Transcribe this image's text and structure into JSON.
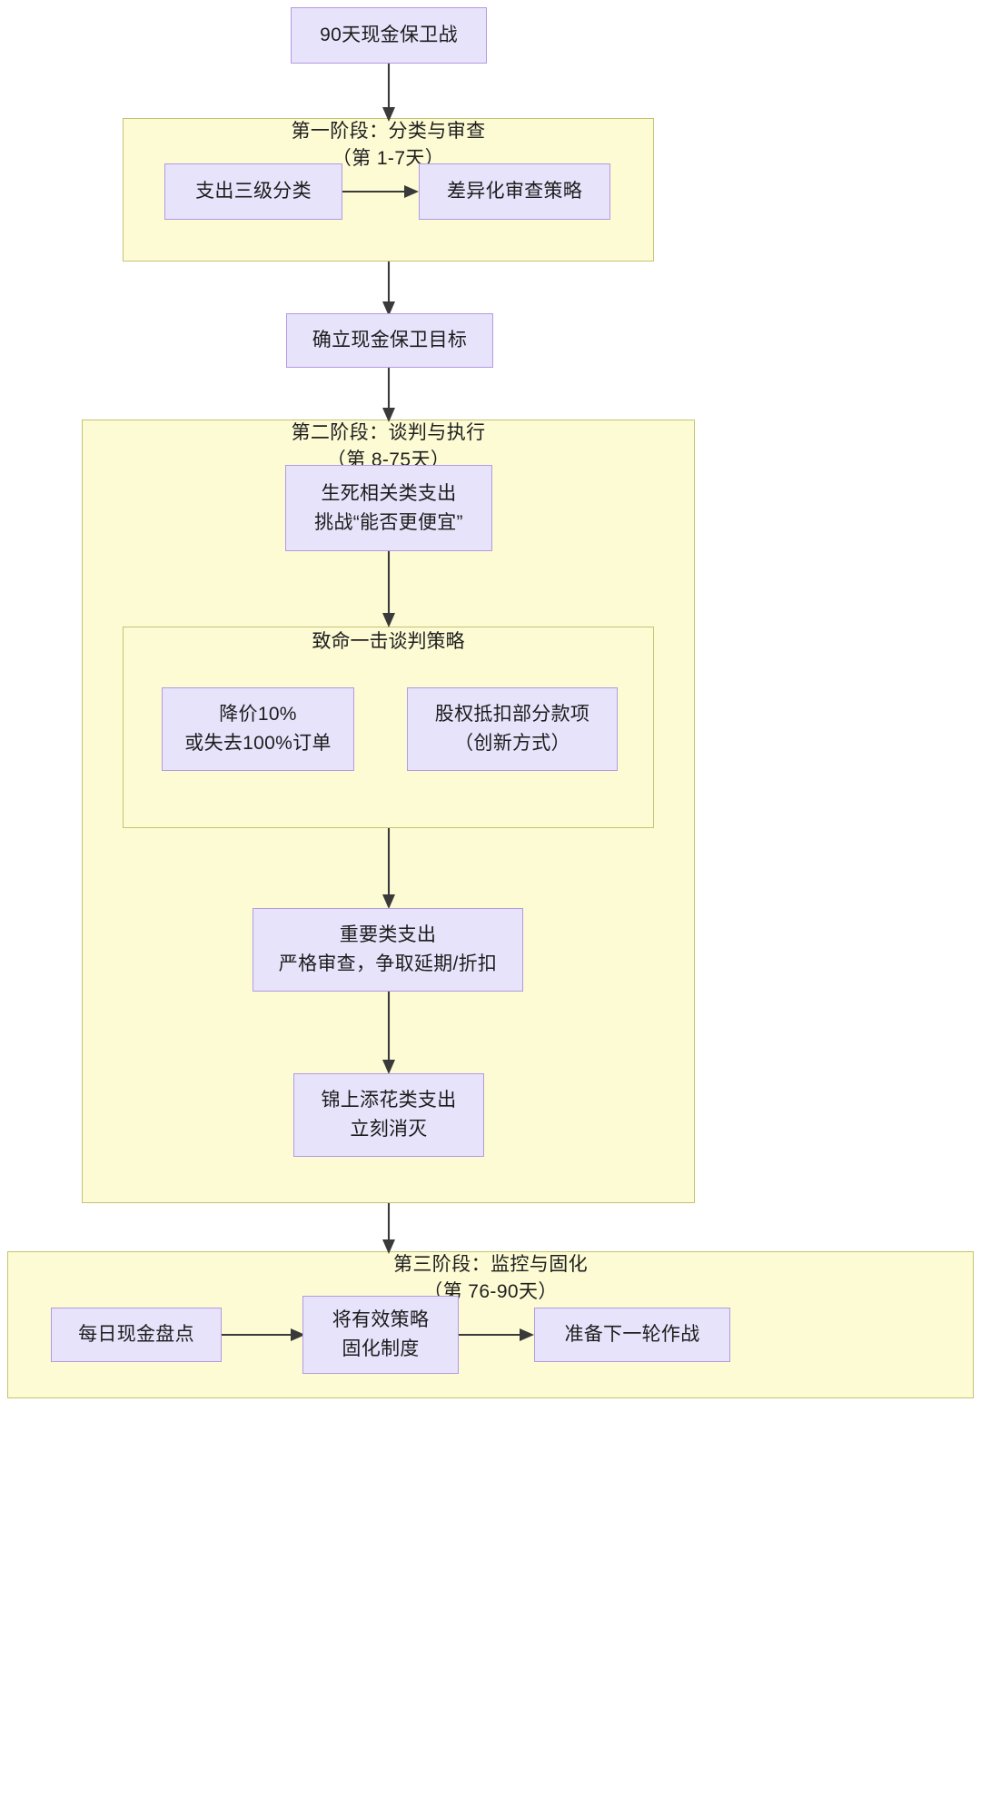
{
  "diagram": {
    "type": "flowchart",
    "direction": "top-to-bottom",
    "title": "90天现金保卫战"
  },
  "root": {
    "label": "90天现金保卫战"
  },
  "phases": [
    {
      "id": "phase1",
      "label_line1": "第一阶段：分类与审查（第",
      "label_line2": "1-7天）",
      "label_full": "第一阶段：分类与审查（第1-7天）",
      "nodes": [
        {
          "id": "p1n1",
          "line1": "支出三级分类"
        },
        {
          "id": "p1n2",
          "line1": "差异化审查策略"
        }
      ]
    },
    {
      "id": "phase2",
      "label_line1": "第二阶段：谈判与执行（第",
      "label_line2": "8-75天）",
      "label_full": "第二阶段：谈判与执行（第8-75天）",
      "nodes": [
        {
          "id": "p2n1",
          "line1": "生死相关类支出",
          "line2": "挑战“能否更便宜”"
        },
        {
          "id": "p2n2",
          "line1": "重要类支出",
          "line2": "严格审查，争取延期/折扣"
        },
        {
          "id": "p2n3",
          "line1": "锦上添花类支出",
          "line2": "立刻消灭"
        }
      ],
      "subgroup": {
        "id": "strategy",
        "label": "致命一击谈判策略",
        "nodes": [
          {
            "id": "s1",
            "line1": "降价10%",
            "line2": "或失去100%订单"
          },
          {
            "id": "s2",
            "line1": "股权抵扣部分款项",
            "line2": "（创新方式）"
          }
        ]
      }
    },
    {
      "id": "phase3",
      "label_line1": "第三阶段：监控与固化（第",
      "label_line2": "76-90天）",
      "label_full": "第三阶段：监控与固化（第76-90天）",
      "nodes": [
        {
          "id": "p3n1",
          "line1": "每日现金盘点"
        },
        {
          "id": "p3n2",
          "line1": "将有效策略",
          "line2": "固化制度"
        },
        {
          "id": "p3n3",
          "line1": "准备下一轮作战"
        }
      ]
    }
  ],
  "middle_node": {
    "id": "mid1",
    "label": "确立现金保卫目标"
  },
  "colors": {
    "node_fill": "#e7e3fb",
    "node_border": "#b39ae2",
    "cluster_fill": "#fdfbd4",
    "cluster_border": "#c5c372",
    "edge": "#3a3a3a",
    "text": "#1d1d1d",
    "background": "#ffffff"
  }
}
